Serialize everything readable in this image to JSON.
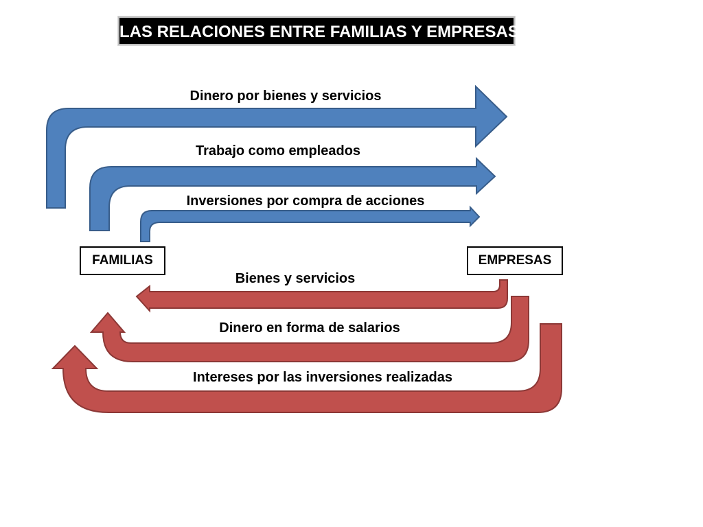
{
  "title": "LAS RELACIONES ENTRE FAMILIAS Y EMPRESAS",
  "nodes": {
    "familias": "FAMILIAS",
    "empresas": "EMPRESAS"
  },
  "flows_to_empresas": [
    {
      "label": "Dinero por bienes y servicios"
    },
    {
      "label": "Trabajo como empleados"
    },
    {
      "label": "Inversiones por compra de acciones"
    }
  ],
  "flows_to_familias": [
    {
      "label": "Bienes y servicios"
    },
    {
      "label": "Dinero en forma de salarios"
    },
    {
      "label": "Intereses por las inversiones realizadas"
    }
  ],
  "colors": {
    "blue_fill": "#4f81bd",
    "blue_stroke": "#385d8a",
    "red_fill": "#c0504d",
    "red_stroke": "#8c3836"
  }
}
